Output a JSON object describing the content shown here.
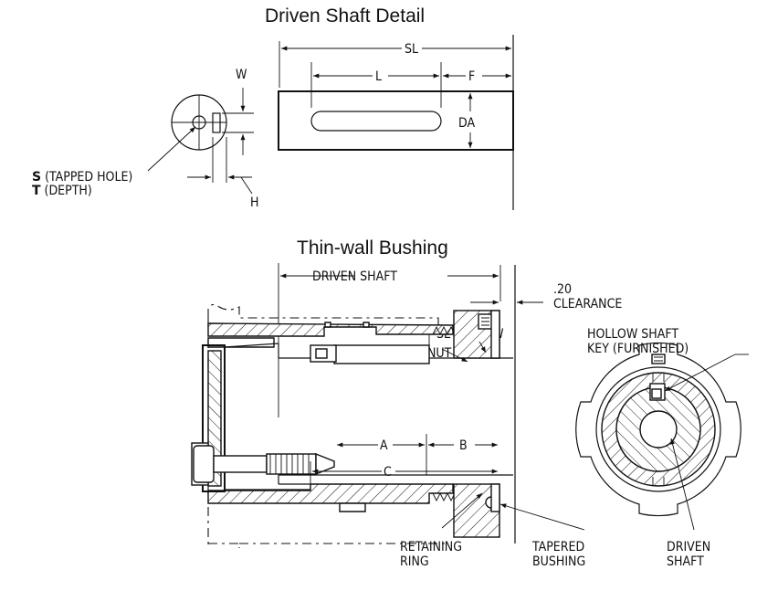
{
  "titles": {
    "driven_shaft_detail": "Driven  Shaft Detail",
    "thin_wall_bushing": "Thin-wall  Bushing"
  },
  "shaft_detail": {
    "sl": "SL",
    "l": "L",
    "f": "F",
    "da": "DA",
    "w": "W",
    "h": "H",
    "s_letter": "S",
    "s_text": " (TAPPED HOLE)",
    "t_letter": "T",
    "t_text": " (DEPTH)"
  },
  "bushing": {
    "driven_shaft": "DRIVEN  SHAFT",
    "clearance_value": ".20",
    "clearance": "CLEARANCE",
    "set_screw": "SET SCREW",
    "nut": "NUT",
    "a": "A",
    "b": "B",
    "c": "C",
    "retaining_ring_1": "RETAINING",
    "retaining_ring_2": "RING",
    "tapered_bushing_1": "TAPERED",
    "tapered_bushing_2": "BUSHING",
    "driven_shaft_1": "DRIVEN",
    "driven_shaft_2": "SHAFT",
    "hollow_shaft_key_1": "HOLLOW SHAFT",
    "hollow_shaft_key_2": "KEY (FURNISHED)"
  }
}
